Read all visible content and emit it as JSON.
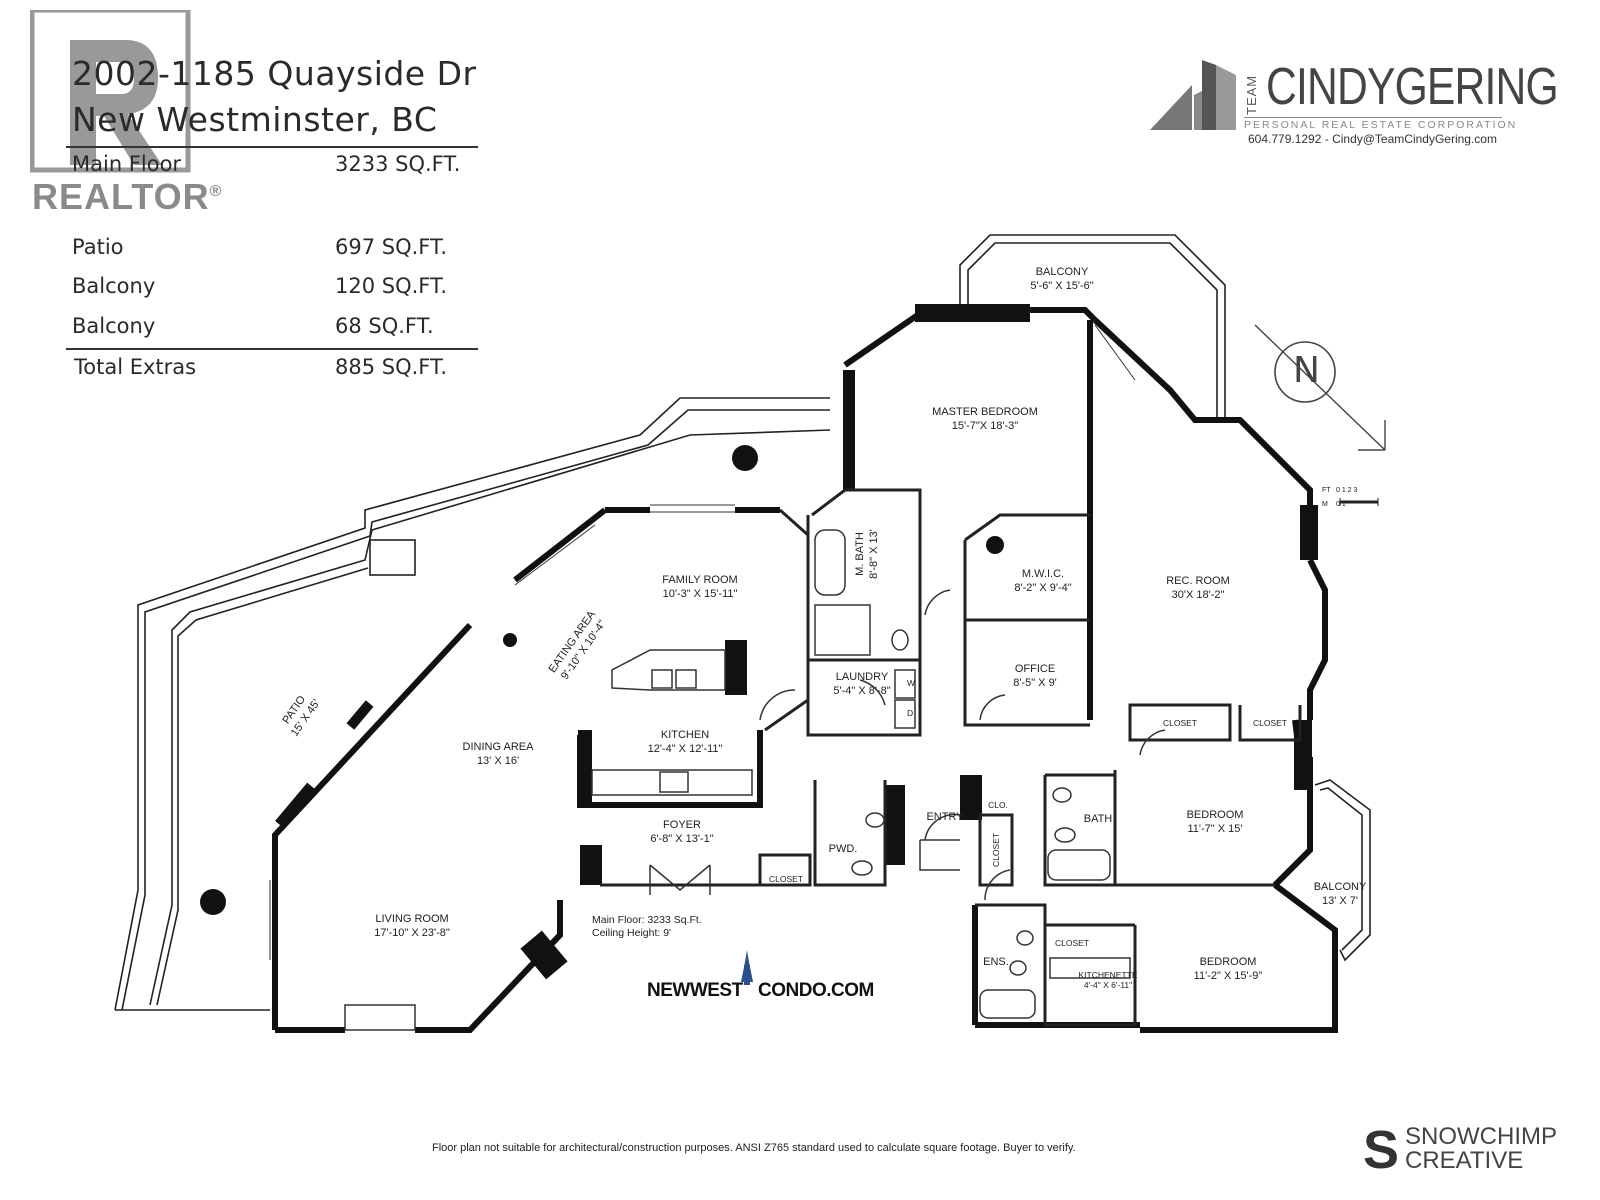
{
  "header": {
    "address_line1": "2002-1185 Quayside Dr",
    "address_line2": "New Westminster, BC"
  },
  "areas": [
    {
      "label": "Main Floor",
      "value": "3233 SQ.FT."
    },
    {
      "label": "Patio",
      "value": "697 SQ.FT."
    },
    {
      "label": "Balcony",
      "value": "120 SQ.FT."
    },
    {
      "label": "Balcony",
      "value": "68 SQ.FT."
    },
    {
      "label": "Total Extras",
      "value": "885 SQ.FT."
    }
  ],
  "watermark": {
    "text": "REALTOR",
    "mark": "®"
  },
  "agent": {
    "team": "TEAM",
    "name": "CINDYGERING",
    "subtitle": "PERSONAL REAL ESTATE CORPORATION",
    "contact": "604.779.1292 - Cindy@TeamCindyGering.com"
  },
  "compass": {
    "letter": "N"
  },
  "scale": {
    "ft": "FT",
    "m": "M",
    "ft_ticks": "0  1  2  3",
    "m_ticks": "0        1"
  },
  "rooms": {
    "balcony_top": {
      "name": "BALCONY",
      "dims": "5'-6\" X 15'-6\""
    },
    "master_bedroom": {
      "name": "MASTER BEDROOM",
      "dims": "15'-7\"X 18'-3\""
    },
    "m_bath": {
      "name": "M. BATH",
      "dims": "8'-8\" X 13'"
    },
    "mwic": {
      "name": "M.W.I.C.",
      "dims": "8'-2\" X 9'-4\""
    },
    "rec_room": {
      "name": "REC. ROOM",
      "dims": "30'X 18'-2\""
    },
    "family_room": {
      "name": "FAMILY ROOM",
      "dims": "10'-3\" X 15'-11\""
    },
    "eating_area": {
      "name": "EATING AREA",
      "dims": "9'-10\" X 10'-4\""
    },
    "patio": {
      "name": "PATIO",
      "dims": "15' X 45'"
    },
    "laundry": {
      "name": "LAUNDRY",
      "dims": "5'-4\" X 8'-8\""
    },
    "office": {
      "name": "OFFICE",
      "dims": "8'-5\" X 9'"
    },
    "kitchen": {
      "name": "KITCHEN",
      "dims": "12'-4\" X 12'-11\""
    },
    "dining_area": {
      "name": "DINING AREA",
      "dims": "13' X 16'"
    },
    "closet1": {
      "name": "CLOSET"
    },
    "closet2": {
      "name": "CLOSET"
    },
    "bedroom1": {
      "name": "BEDROOM",
      "dims": "11'-7\" X 15'"
    },
    "bath": {
      "name": "BATH"
    },
    "foyer": {
      "name": "FOYER",
      "dims": "6'-8\" X 13'-1\""
    },
    "pwd": {
      "name": "PWD."
    },
    "entry": {
      "name": "ENTRY"
    },
    "clo": {
      "name": "CLO."
    },
    "closet_v": {
      "name": "CLOSET"
    },
    "balcony_right": {
      "name": "BALCONY",
      "dims": "13' X 7'"
    },
    "closet3": {
      "name": "CLOSET"
    },
    "living_room": {
      "name": "LIVING ROOM",
      "dims": "17'-10\" X 23'-8\""
    },
    "closet4": {
      "name": "CLOSET"
    },
    "ens": {
      "name": "ENS."
    },
    "kitchenette": {
      "name": "KITCHENETTE",
      "dims": "4'-4\" X 6'-11\""
    },
    "bedroom2": {
      "name": "BEDROOM",
      "dims": "11'-2\" X 15'-9\""
    }
  },
  "appliances": {
    "w": "W",
    "d": "D"
  },
  "floor_note": {
    "line1": "Main Floor: 3233 Sq.Ft.",
    "line2": "Ceiling Height: 9'"
  },
  "brand": {
    "left": "NEWWEST",
    "right": "CONDO.COM"
  },
  "footer": {
    "disclaimer": "Floor plan not suitable for architectural/construction purposes. ANSI Z765 standard used to calculate square footage. Buyer to verify.",
    "creator_line1": "SNOWCHIMP",
    "creator_line2": "CREATIVE",
    "creator_mark": "S"
  }
}
